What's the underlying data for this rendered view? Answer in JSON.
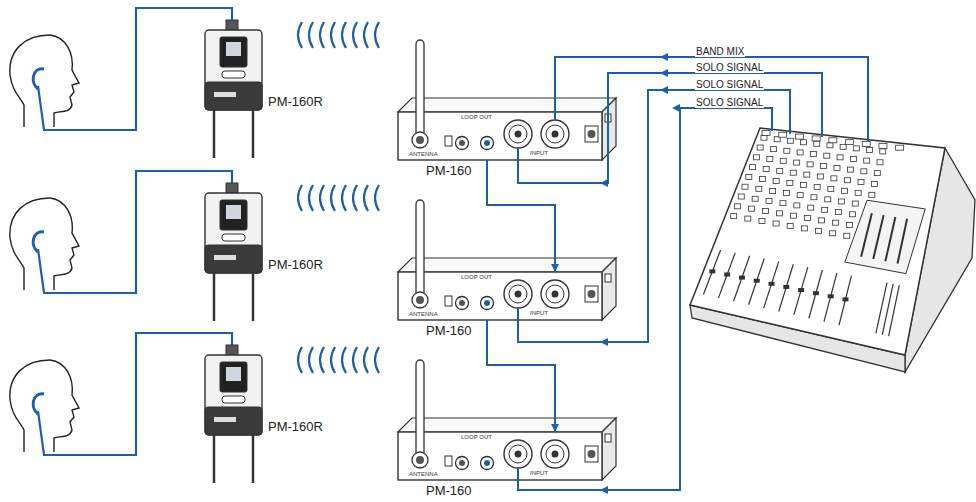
{
  "diagram": {
    "nodes": [
      {
        "text": [
          "PM-160R"
        ]
      },
      {
        "text": [
          "PM-160"
        ]
      },
      {
        "text": [
          "PM-160R"
        ]
      },
      {
        "text": [
          "PM-160"
        ]
      },
      {
        "text": [
          "PM-160R"
        ]
      },
      {
        "text": [
          "PM-160"
        ]
      }
    ],
    "edges": [
      {
        "from": 1,
        "to": 3,
        "arrow": "to"
      },
      {
        "from": 3,
        "to": 5,
        "arrow": "to"
      }
    ],
    "labels": [
      "BAND MIX",
      "SOLO SIGNAL",
      "SOLO SIGNAL",
      "SOLO SIGNAL",
      "ANTENNA",
      "LOOP OUT",
      "INPUT",
      "ANTENNA",
      "LOOP OUT",
      "INPUT",
      "ANTENNA",
      "LOOP OUT",
      "INPUT"
    ]
  }
}
